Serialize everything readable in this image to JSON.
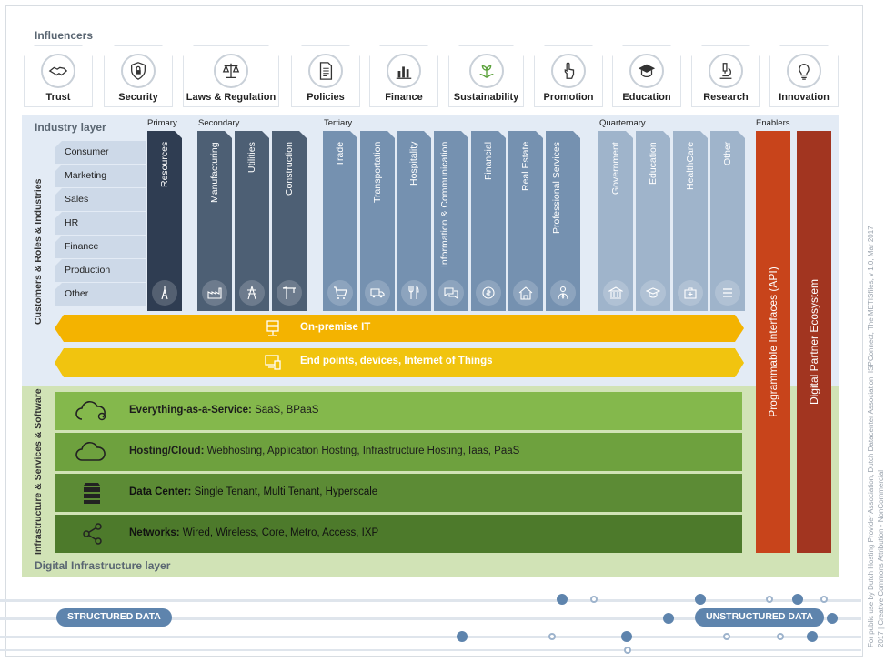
{
  "influencers": {
    "title": "Influencers",
    "items": [
      {
        "label": "Trust",
        "icon": "handshake-icon"
      },
      {
        "label": "Security",
        "icon": "lock-shield-icon"
      },
      {
        "label": "Laws & Regulation",
        "icon": "scales-icon"
      },
      {
        "label": "Policies",
        "icon": "document-icon"
      },
      {
        "label": "Finance",
        "icon": "bar-chart-icon"
      },
      {
        "label": "Sustainability",
        "icon": "sprout-icon"
      },
      {
        "label": "Promotion",
        "icon": "pointer-hand-icon"
      },
      {
        "label": "Education",
        "icon": "graduation-cap-icon"
      },
      {
        "label": "Research",
        "icon": "microscope-icon"
      },
      {
        "label": "Innovation",
        "icon": "lightbulb-icon"
      }
    ]
  },
  "industry_layer": {
    "title": "Industry layer",
    "side_label": "Customers & Roles & Industries",
    "roles": [
      "Consumer",
      "Marketing",
      "Sales",
      "HR",
      "Finance",
      "Production",
      "Other"
    ],
    "sectors": {
      "primary": "Primary",
      "secondary": "Secondary",
      "tertiary": "Tertiary",
      "quarternary": "Quarternary"
    },
    "columns": [
      {
        "label": "Resources",
        "group": "primary"
      },
      {
        "label": "Manufacturing",
        "group": "secondary"
      },
      {
        "label": "Utilities",
        "group": "secondary"
      },
      {
        "label": "Construction",
        "group": "secondary"
      },
      {
        "label": "Trade",
        "group": "tertiary"
      },
      {
        "label": "Transportation",
        "group": "tertiary"
      },
      {
        "label": "Hospitality",
        "group": "tertiary"
      },
      {
        "label": "Information & Communication",
        "group": "tertiary"
      },
      {
        "label": "Financial",
        "group": "tertiary"
      },
      {
        "label": "Real Estate",
        "group": "tertiary"
      },
      {
        "label": "Professional Services",
        "group": "tertiary"
      },
      {
        "label": "Government",
        "group": "quarternary"
      },
      {
        "label": "Education",
        "group": "quarternary"
      },
      {
        "label": "HealthCare",
        "group": "quarternary"
      },
      {
        "label": "Other",
        "group": "quarternary"
      }
    ],
    "on_premise": "On-premise IT",
    "endpoints": "End points, devices, Internet of Things"
  },
  "enablers": {
    "title": "Enablers",
    "api": "Programmable Interfaces (API)",
    "ecosystem": "Digital Partner Ecosystem"
  },
  "infrastructure_layer": {
    "title": "Digital Infrastructure layer",
    "side_label": "Infrastructure & Services & Software",
    "layers": [
      {
        "name": "Everything-as-a-Service:",
        "detail": " SaaS, BPaaS"
      },
      {
        "name": "Hosting/Cloud:",
        "detail": " Webhosting, Application Hosting, Infrastructure Hosting, Iaas, PaaS"
      },
      {
        "name": "Data Center:",
        "detail": " Single Tenant, Multi Tenant, Hyperscale"
      },
      {
        "name": "Networks:",
        "detail": " Wired, Wireless, Core, Metro, Access, IXP"
      }
    ]
  },
  "data_flow": {
    "structured": "STRUCTURED DATA",
    "unstructured": "UNSTRUCTURED DATA"
  },
  "credit": {
    "line1": "For public use by Dutch Hosting Provider Association, Dutch Datacenter Association, ISPConnect, The METISfiles, v 1.0, Mar 2017",
    "line2": "2017 | Creative Commons Attribution - NonCommercial"
  },
  "colors": {
    "primary": "#2f3d52",
    "secondary": "#4d5f74",
    "tertiary": "#7591b0",
    "quarternary": "#9fb4cb",
    "on_premise": "#f4b300",
    "endpoints": "#f1c40f",
    "xaas": "#84b84c",
    "hosting": "#6ea13e",
    "datacenter": "#5c8b35",
    "networks": "#4d7a2b",
    "api": "#c8441b",
    "ecosystem": "#a23520"
  }
}
